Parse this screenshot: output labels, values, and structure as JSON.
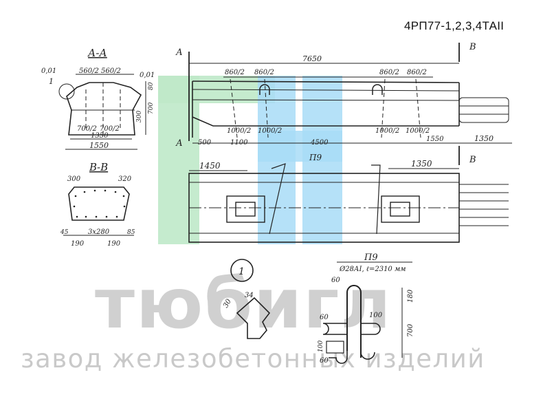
{
  "title": "4РП77-1,2,3,4ТАII",
  "colors": {
    "wm_green": "#bfe9c9",
    "wm_blue": "#a8dcf7",
    "ink": "#222222",
    "wm_text": "#c4c4c4"
  },
  "watermark": {
    "brand": "тюбигл",
    "subtitle": "завод железобетонных изделий"
  },
  "section_aa": {
    "label": "А-А",
    "dims": {
      "top_left": "560/2",
      "top_right": "560/2",
      "slope_l": "0,01",
      "slope_r": "0,01",
      "h80": "80",
      "h700": "700",
      "h300": "300",
      "bot_left": "700/2",
      "bot_right": "700/2",
      "mid": "1350",
      "full": "1550"
    },
    "callout": "1"
  },
  "section_bb": {
    "label": "В-В",
    "dims": {
      "l300": "300",
      "r320": "320",
      "l45": "45",
      "r85": "85",
      "pitch": "3x280",
      "l190": "190",
      "r190": "190"
    }
  },
  "elevation": {
    "mark_a": "А",
    "mark_b": "В",
    "length": "7650",
    "t1": "860/2",
    "t2": "860/2",
    "t3": "860/2",
    "t4": "860/2",
    "b1": "1000/2",
    "b2": "1000/2",
    "b3": "1000/2",
    "b4": "1000/2",
    "d500": "500",
    "d1100": "1100",
    "d4500": "4500",
    "d1550": "1550",
    "d1350": "1350"
  },
  "plan": {
    "d1450": "1450",
    "d1350": "1350",
    "bar_label": "П9"
  },
  "detail_1": {
    "callout": "1",
    "d30": "30",
    "d34": "34"
  },
  "bar_p9": {
    "title": "П9",
    "spec": "Ø28АI, ℓ=2310 мм",
    "d60a": "60",
    "d60b": "60",
    "d60c": "60",
    "d100a": "100",
    "d100b": "100",
    "d180": "180",
    "d700": "700"
  }
}
